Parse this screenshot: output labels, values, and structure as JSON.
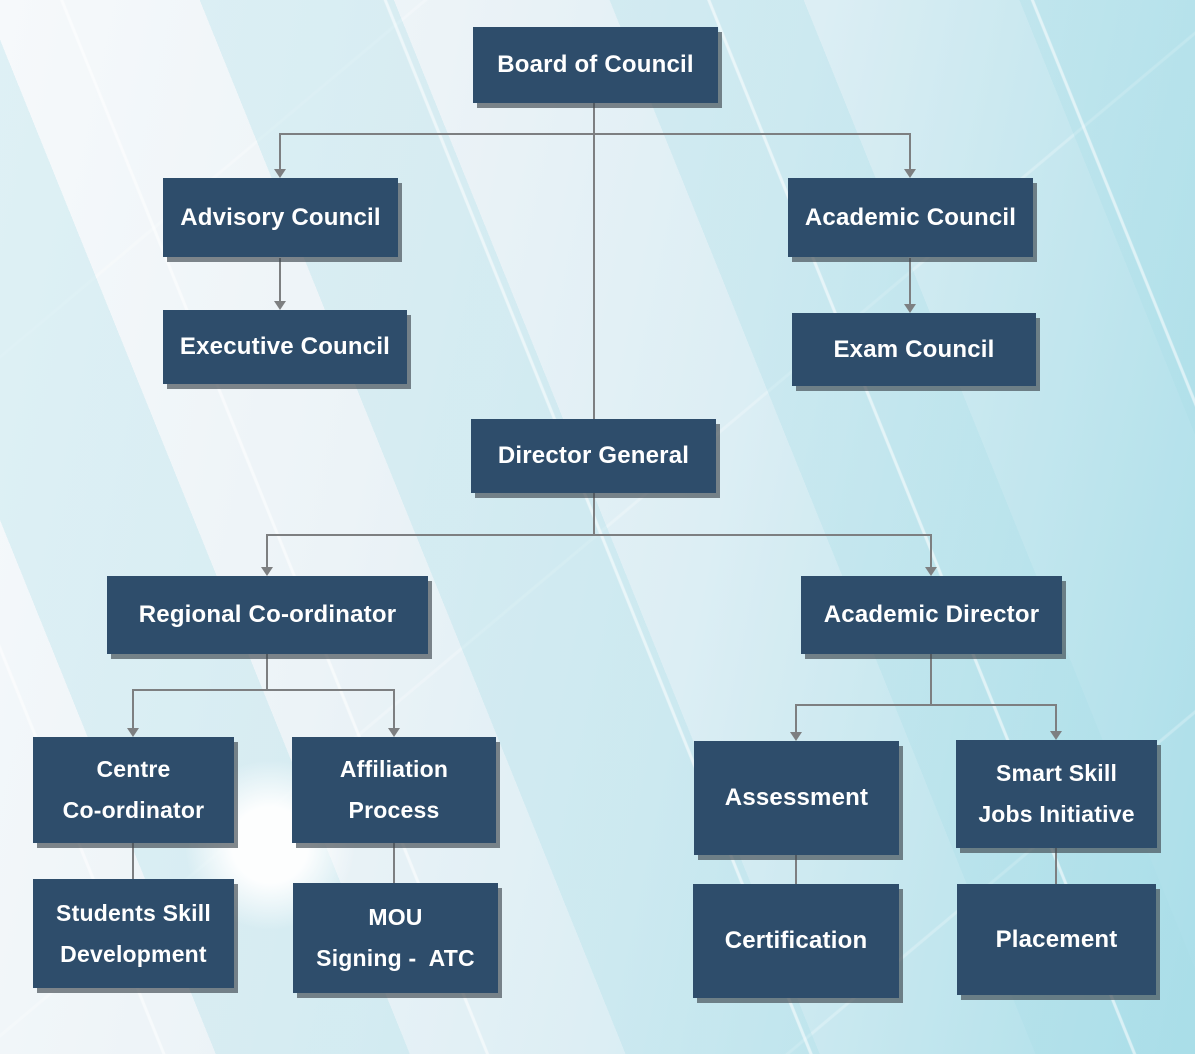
{
  "diagram": {
    "type": "org-chart",
    "colors": {
      "box_fill": "#2e4d6b",
      "box_text": "#ffffff",
      "connector": "#7d7f81",
      "box_shadow": "#3e464e",
      "background_left": "#f6f9fb",
      "background_right": "#aadee9"
    },
    "nodes": {
      "board": {
        "label": "Board of Council"
      },
      "advisory": {
        "label": "Advisory Council"
      },
      "executive": {
        "label": "Executive Council"
      },
      "academic_council": {
        "label": "Academic Council"
      },
      "exam_council": {
        "label": "Exam Council"
      },
      "director_general": {
        "label": "Director General"
      },
      "regional": {
        "label": "Regional Co-ordinator"
      },
      "academic_director": {
        "label": "Academic Director"
      },
      "centre": {
        "label": "Centre\nCo-ordinator"
      },
      "affiliation": {
        "label": "Affiliation\nProcess"
      },
      "students": {
        "label": "Students Skill\nDevelopment"
      },
      "mou": {
        "label": "MOU\nSigning -  ATC"
      },
      "assessment": {
        "label": "Assessment"
      },
      "smart_skill": {
        "label": "Smart Skill\nJobs Initiative"
      },
      "certification": {
        "label": "Certification"
      },
      "placement": {
        "label": "Placement"
      }
    },
    "edges": [
      {
        "from": "Board of Council",
        "to": "Advisory Council",
        "arrow": true
      },
      {
        "from": "Board of Council",
        "to": "Academic Council",
        "arrow": true
      },
      {
        "from": "Board of Council",
        "to": "Director General",
        "arrow": false
      },
      {
        "from": "Advisory Council",
        "to": "Executive Council",
        "arrow": true
      },
      {
        "from": "Academic Council",
        "to": "Exam Council",
        "arrow": true
      },
      {
        "from": "Director General",
        "to": "Regional Co-ordinator",
        "arrow": true
      },
      {
        "from": "Director General",
        "to": "Academic Director",
        "arrow": true
      },
      {
        "from": "Regional Co-ordinator",
        "to": "Centre Co-ordinator",
        "arrow": true
      },
      {
        "from": "Regional Co-ordinator",
        "to": "Affiliation Process",
        "arrow": true
      },
      {
        "from": "Centre Co-ordinator",
        "to": "Students Skill Development",
        "arrow": false
      },
      {
        "from": "Affiliation Process",
        "to": "MOU Signing - ATC",
        "arrow": false
      },
      {
        "from": "Academic Director",
        "to": "Assessment",
        "arrow": true
      },
      {
        "from": "Academic Director",
        "to": "Smart Skill Jobs Initiative",
        "arrow": true
      },
      {
        "from": "Assessment",
        "to": "Certification",
        "arrow": false
      },
      {
        "from": "Smart Skill Jobs Initiative",
        "to": "Placement",
        "arrow": false
      }
    ]
  }
}
